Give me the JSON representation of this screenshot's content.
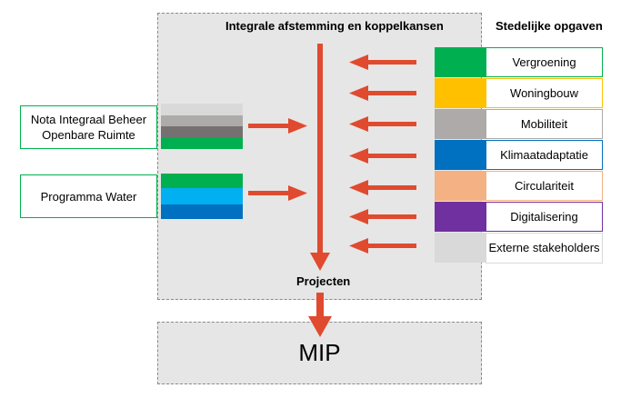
{
  "main_title": "Integrale afstemming en koppelkansen",
  "right_title": "Stedelijke opgaven",
  "projects_label": "Projecten",
  "mip_label": "MIP",
  "left_inputs": [
    {
      "label": "Nota Integraal Beheer\nOpenbare Ruimte",
      "colors": [
        "#d9d9d9",
        "#aeaaaa",
        "#757171",
        "#00b050"
      ]
    },
    {
      "label": "Programma Water",
      "colors": [
        "#00b050",
        "#00b0f0",
        "#0070c0"
      ]
    }
  ],
  "tasks": [
    {
      "label": "Vergroening",
      "color": "#00b050"
    },
    {
      "label": "Woningbouw",
      "color": "#ffc000"
    },
    {
      "label": "Mobiliteit",
      "color": "#aeaaaa"
    },
    {
      "label": "Klimaatadaptatie",
      "color": "#0070c0"
    },
    {
      "label": "Circulariteit",
      "color": "#f4b183"
    },
    {
      "label": "Digitalisering",
      "color": "#7030a0"
    },
    {
      "label": "Externe stakeholders",
      "color": "#d9d9d9"
    }
  ],
  "arrow_color": "#e04a2f"
}
